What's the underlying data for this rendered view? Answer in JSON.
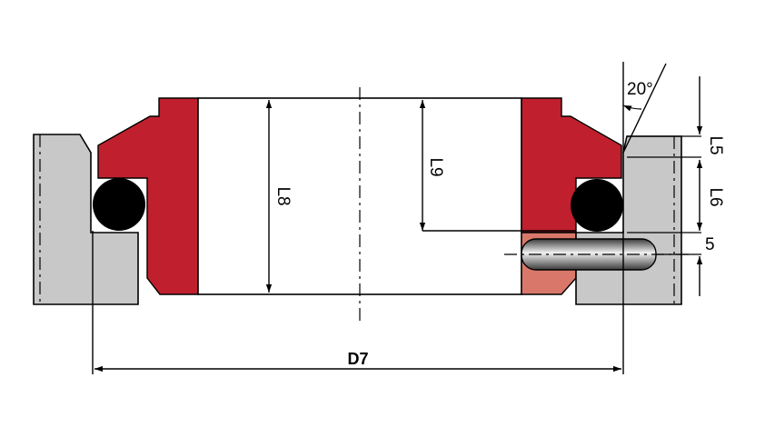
{
  "labels": {
    "angle": "20°",
    "l5": "L5",
    "l6": "L6",
    "l8": "L8",
    "l9": "L9",
    "five": "5",
    "d7": "D7"
  },
  "colors": {
    "seal_red": "#c0202e",
    "seal_light": "#d9786a",
    "housing_gray": "#c8c8c8",
    "oring_black": "#000000",
    "line": "#000000"
  }
}
